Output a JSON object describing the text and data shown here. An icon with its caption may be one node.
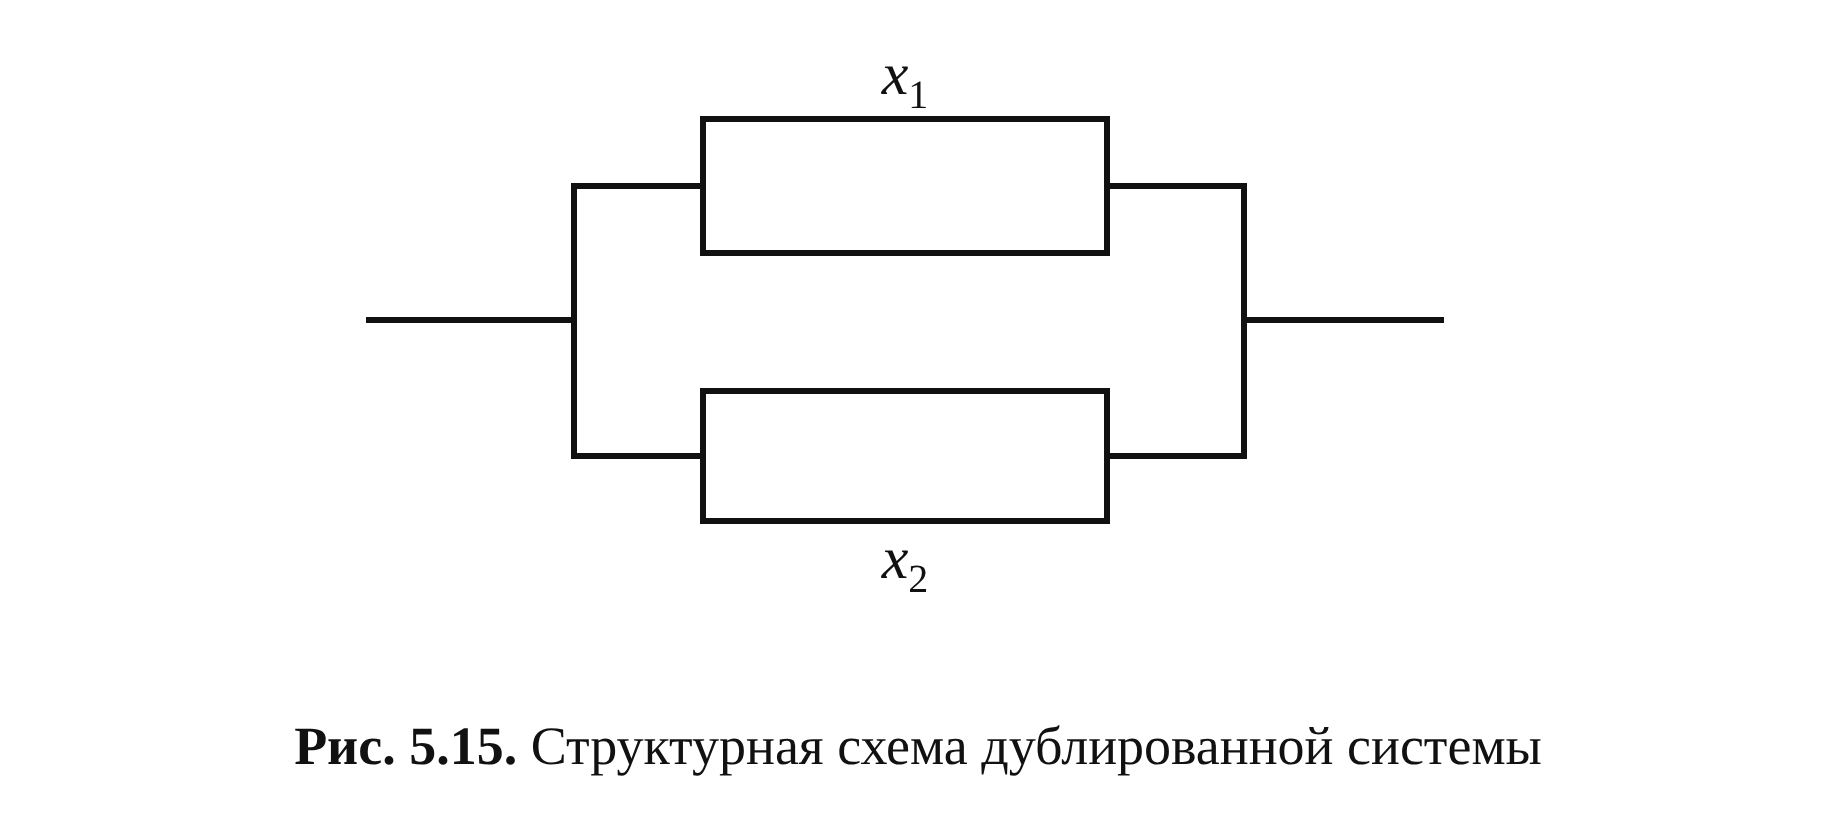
{
  "diagram": {
    "caption": "**Рис. 5.15.** Структурная схема дублированной системы",
    "nodes": [
      {
        "text": [
          "*x*$_{1}$"
        ]
      },
      {
        "text": [
          "*x*$_{2}$"
        ]
      }
    ],
    "edges": [
      {
        "from": null,
        "to": 0,
        "arrow": "none"
      },
      {
        "from": null,
        "to": 1,
        "arrow": "none"
      },
      {
        "from": 0,
        "to": null,
        "arrow": "none"
      },
      {
        "from": 1,
        "to": null,
        "arrow": "none"
      }
    ]
  }
}
